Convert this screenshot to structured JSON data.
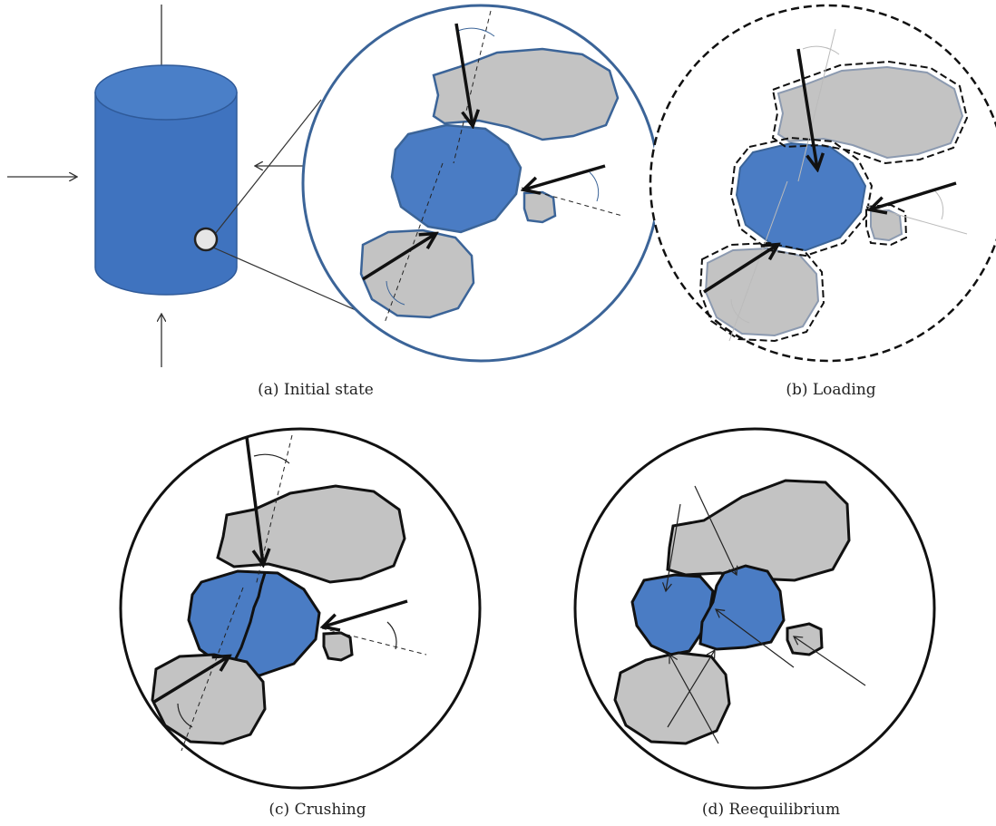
{
  "captions": {
    "a": "(a) Initial state",
    "b": "(b) Loading",
    "c": "(c) Crushing",
    "d": "(d) Reequilibrium"
  },
  "colors": {
    "particle_blue": "#4a7cc4",
    "particle_gray": "#c3c3c3",
    "outline_blue": "#3b6498",
    "outline_black": "#111111",
    "sample_cylinder": "#3f73bf"
  }
}
